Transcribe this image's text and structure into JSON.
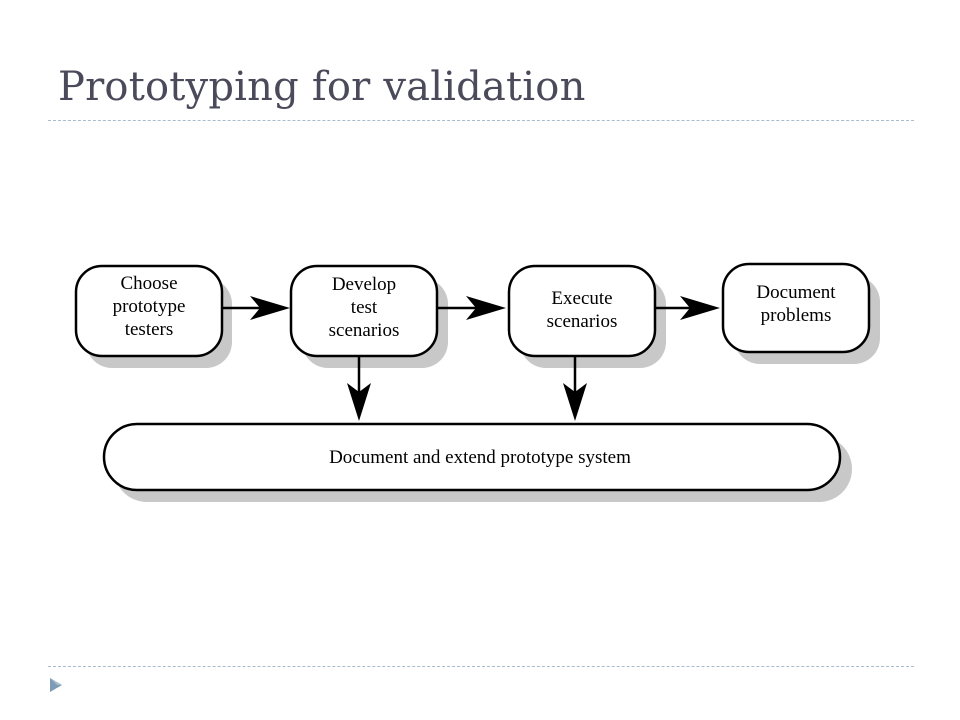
{
  "title": "Prototyping for validation",
  "diagram": {
    "boxes": [
      {
        "lines": [
          "Choose",
          "prototype",
          "testers"
        ]
      },
      {
        "lines": [
          "Develop",
          "test",
          "scenarios"
        ]
      },
      {
        "lines": [
          "Execute",
          "scenarios"
        ]
      },
      {
        "lines": [
          "Document",
          "problems"
        ]
      }
    ],
    "bottom_box": {
      "label": "Document and extend prototype system"
    }
  },
  "colors": {
    "title": "#4a4a5a",
    "rule": "#a9bccd",
    "shadow": "#c8c8c8",
    "bullet": "#7e9bb5"
  }
}
